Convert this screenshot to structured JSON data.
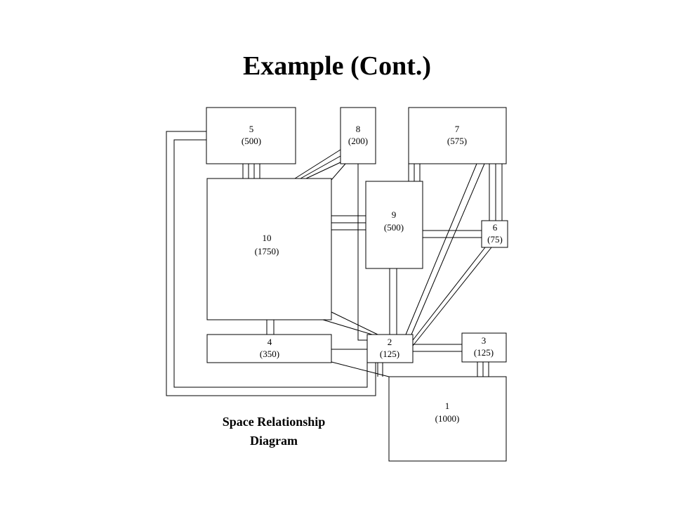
{
  "title": "Example (Cont.)",
  "caption": {
    "line1": "Space Relationship",
    "line2": "Diagram"
  },
  "spaces": {
    "s1": {
      "id": "1",
      "area": "(1000)"
    },
    "s2": {
      "id": "2",
      "area": "(125)"
    },
    "s3": {
      "id": "3",
      "area": "(125)"
    },
    "s4": {
      "id": "4",
      "area": "(350)"
    },
    "s5": {
      "id": "5",
      "area": "(500)"
    },
    "s6": {
      "id": "6",
      "area": "(75)"
    },
    "s7": {
      "id": "7",
      "area": "(575)"
    },
    "s8": {
      "id": "8",
      "area": "(200)"
    },
    "s9": {
      "id": "9",
      "area": "(500)"
    },
    "s10": {
      "id": "10",
      "area": "(1750)"
    }
  }
}
